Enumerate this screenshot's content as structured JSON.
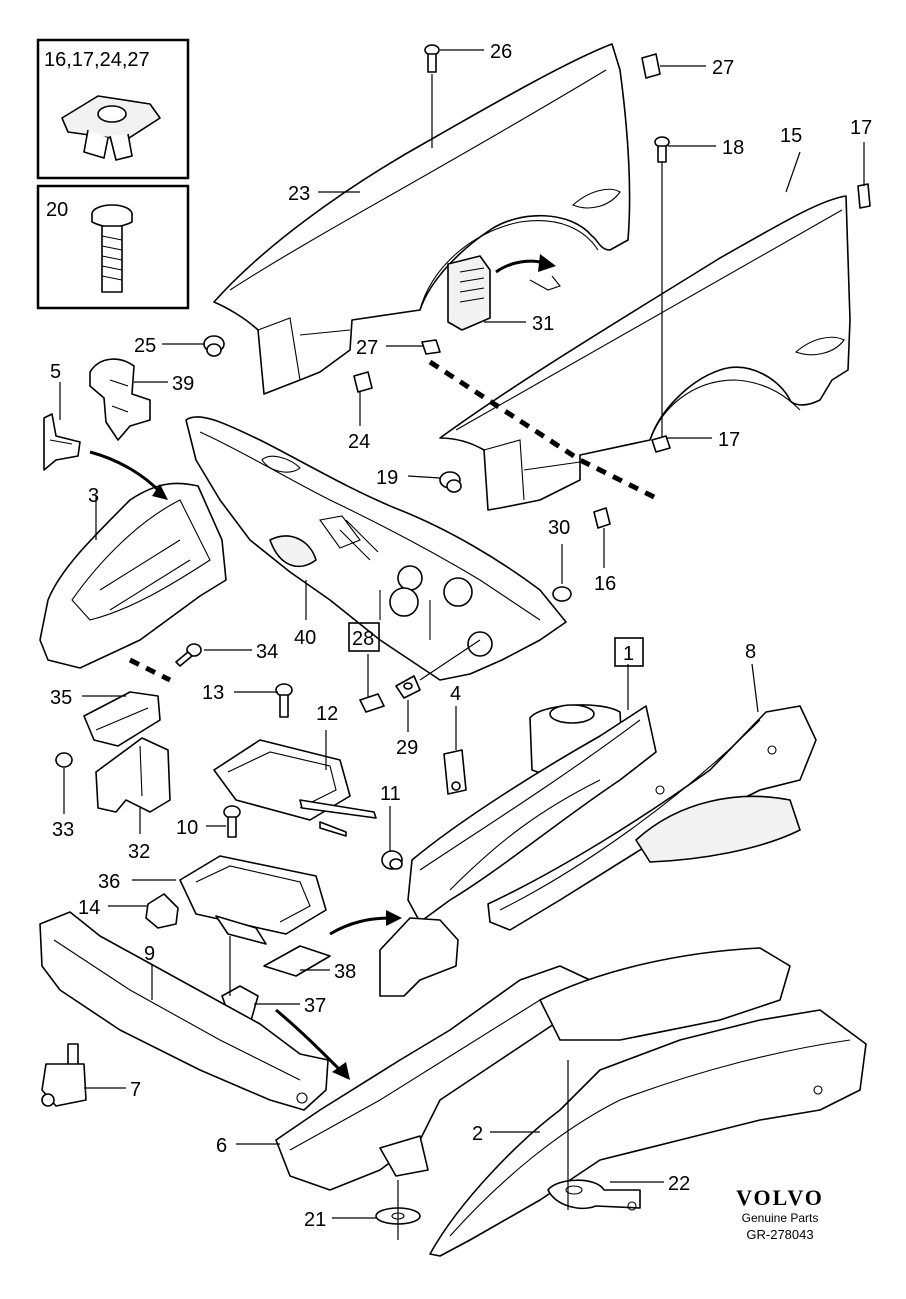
{
  "diagram": {
    "inset_boxes": [
      {
        "label": "16,17,24,27"
      },
      {
        "label": "20"
      }
    ],
    "callouts": [
      "26",
      "27",
      "18",
      "15",
      "17",
      "23",
      "31",
      "25",
      "27",
      "5",
      "39",
      "24",
      "17",
      "19",
      "3",
      "30",
      "16",
      "40",
      "28",
      "34",
      "1",
      "8",
      "4",
      "13",
      "12",
      "35",
      "29",
      "33",
      "11",
      "10",
      "32",
      "36",
      "14",
      "38",
      "9",
      "37",
      "7",
      "6",
      "2",
      "22",
      "21"
    ],
    "boxed_callouts": [
      "28",
      "1"
    ]
  },
  "branding": {
    "logo": "VOLVO",
    "tagline": "Genuine Parts",
    "code": "GR-278043"
  }
}
